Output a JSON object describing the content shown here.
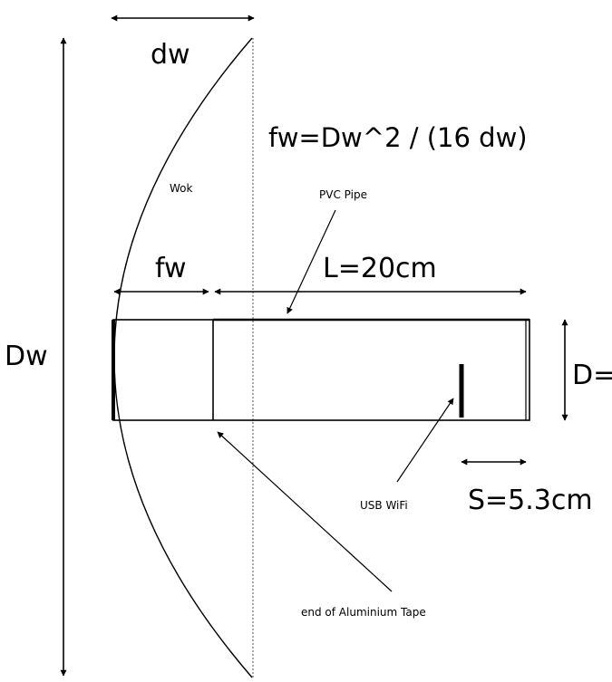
{
  "labels": {
    "dw": "dw",
    "formula": "fw=Dw^2 / (16 dw)",
    "wok": "Wok",
    "pvc_pipe": "PVC Pipe",
    "fw": "fw",
    "length": "L=20cm",
    "diameter_wok": "Dw",
    "diameter_pipe": "D=",
    "spacing": "S=5.3cm",
    "usb_wifi": "USB WiFi",
    "tape_end": "end of Aluminium Tape"
  }
}
